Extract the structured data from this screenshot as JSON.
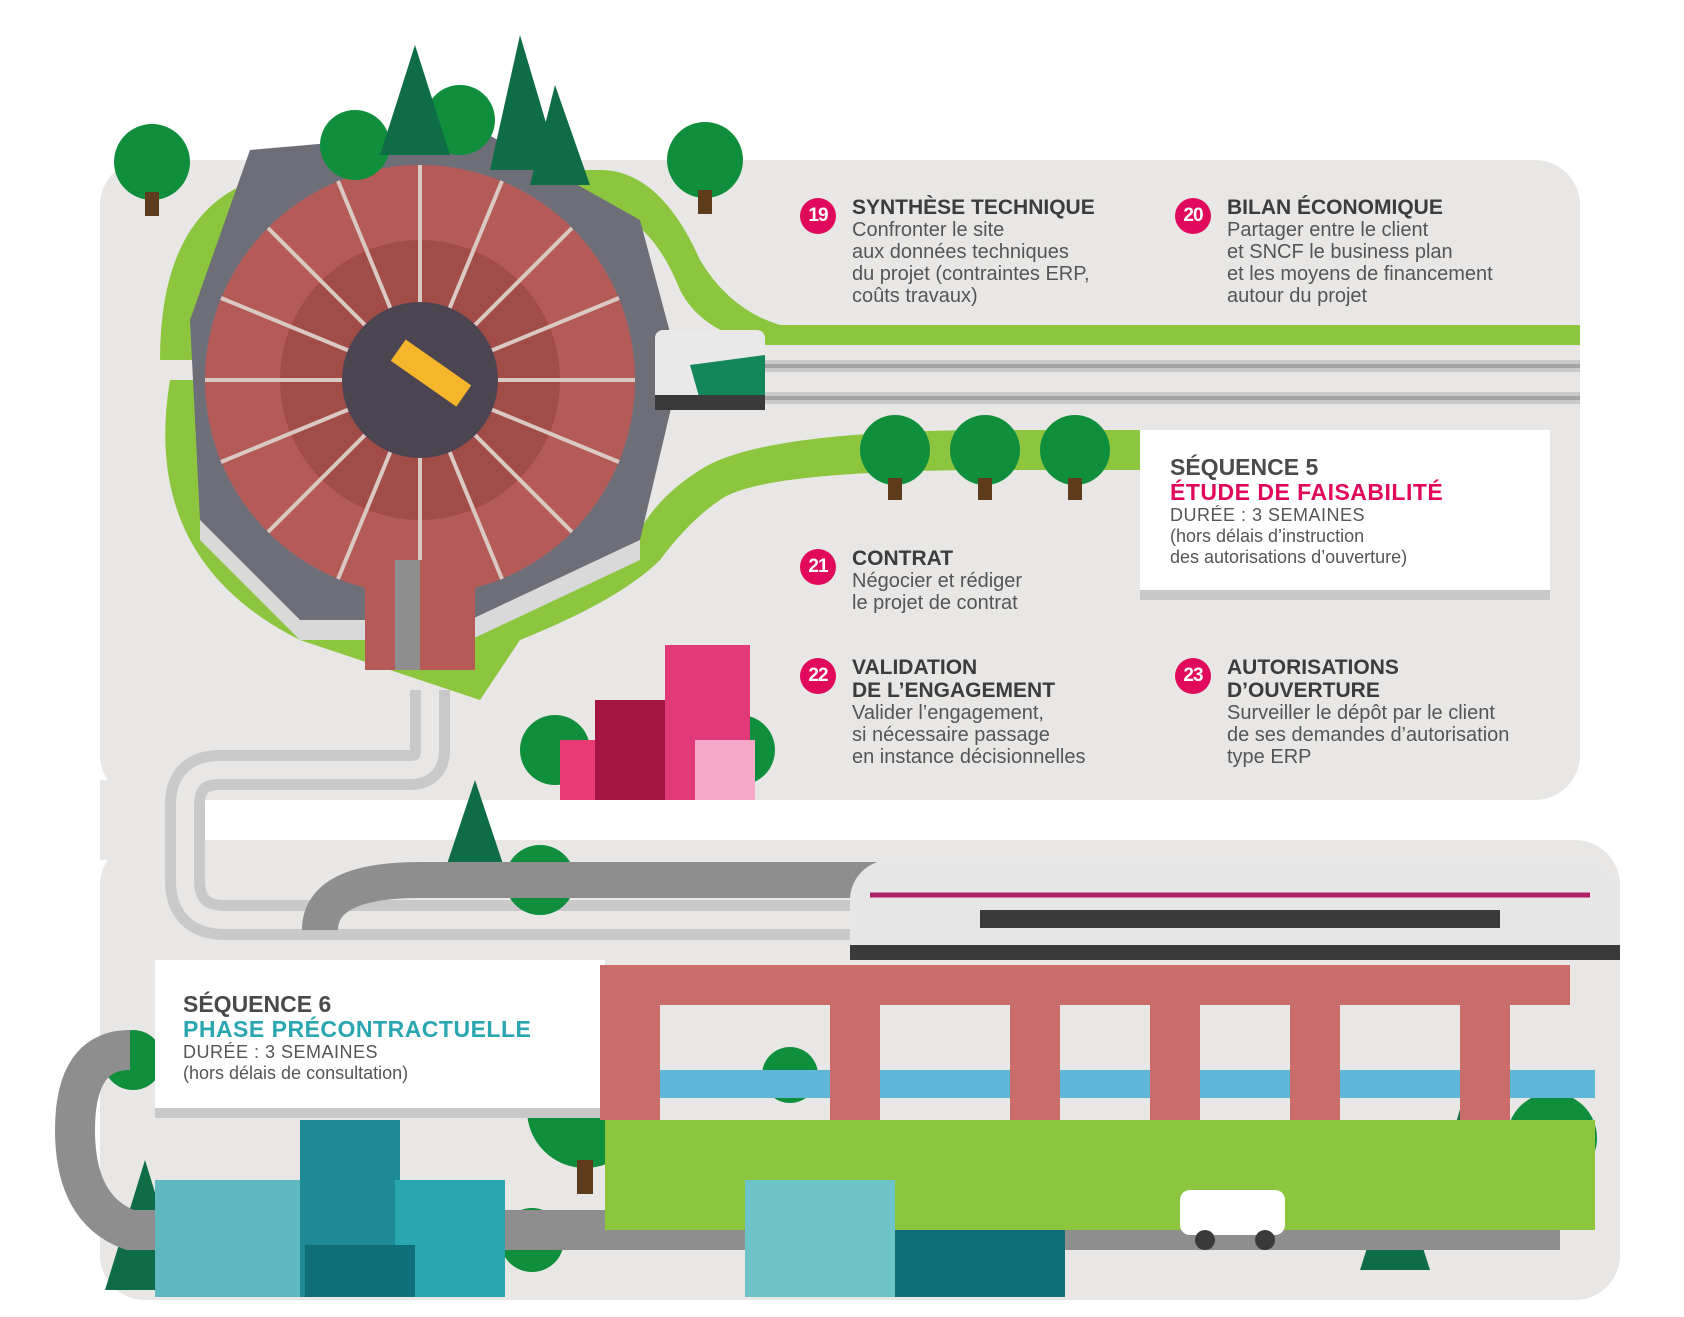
{
  "steps": [
    {
      "num": "19",
      "title": "SYNTHÈSE TECHNIQUE",
      "desc": "Confronter le site\naux données techniques\ndu projet (contraintes ERP,\ncoûts travaux)"
    },
    {
      "num": "20",
      "title": "BILAN ÉCONOMIQUE",
      "desc": "Partager entre le client\net SNCF le business plan\net les moyens de financement\nautour du projet"
    },
    {
      "num": "21",
      "title": "CONTRAT",
      "desc": "Négocier et rédiger\nle projet de contrat"
    },
    {
      "num": "22",
      "title": "VALIDATION\nDE L’ENGAGEMENT",
      "desc": "Valider l’engagement,\nsi nécessaire passage\nen instance décisionnelles"
    },
    {
      "num": "23",
      "title": "AUTORISATIONS\nD’OUVERTURE",
      "desc": "Surveiller le dépôt par le client\nde ses demandes d’autorisation\ntype ERP"
    }
  ],
  "sequences": [
    {
      "title": "SÉQUENCE 5",
      "subtitle": "ÉTUDE DE FAISABILITÉ",
      "duration": "DURÉE : 3 SEMAINES",
      "note": "(hors délais d’instruction\ndes autorisations d’ouverture)",
      "color": "#e0095b"
    },
    {
      "title": "SÉQUENCE 6",
      "subtitle": "PHASE PRÉCONTRACTUELLE",
      "duration": "DURÉE : 3 SEMAINES",
      "note": "(hors délais de consultation)",
      "color": "#2aa6b0"
    }
  ],
  "colors": {
    "magenta": "#e0095b",
    "teal": "#2aa6b0",
    "green": "#8cc63f",
    "tree": "#0f8f3c",
    "panel": "#e8e7e5"
  }
}
